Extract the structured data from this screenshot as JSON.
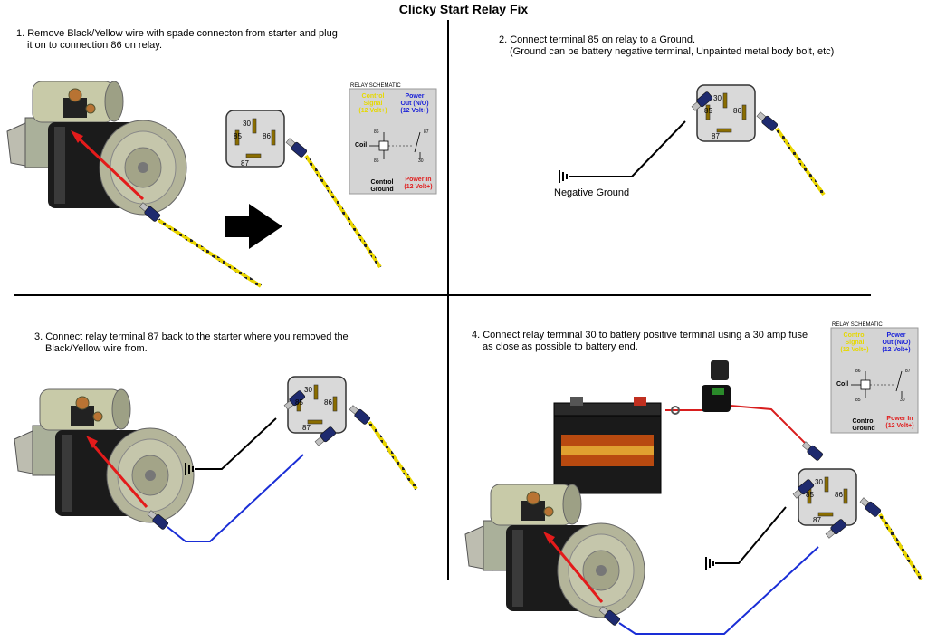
{
  "title": "Clicky Start Relay Fix",
  "steps": [
    {
      "line1": "1. Remove Black/Yellow wire with spade connecton from starter and plug",
      "line2": "it on to connection 86 on relay."
    },
    {
      "line1": "2. Connect terminal 85 on relay to a Ground.",
      "line2": "(Ground can be battery negative terminal, Unpainted metal body bolt, etc)"
    },
    {
      "line1": "3. Connect relay terminal 87 back to the starter where you removed the",
      "line2": "Black/Yellow wire from."
    },
    {
      "line1": "4. Connect relay terminal 30 to battery positive terminal using a 30 amp fuse",
      "line2": "as close as possible to battery end."
    }
  ],
  "relay_terminals": {
    "t30": "30",
    "t85": "85",
    "t86": "86",
    "t87": "87"
  },
  "ground_label": "Negative Ground",
  "schematic": {
    "title": "RELAY SCHEMATIC",
    "control_signal": [
      "Control",
      "Signal",
      "(12 Volt+)"
    ],
    "power_out": [
      "Power",
      "Out (N/O)",
      "(12 Volt+)"
    ],
    "coil": "Coil",
    "control_ground": [
      "Control",
      "Ground"
    ],
    "power_in": [
      "Power In",
      "(12 Volt+)"
    ],
    "pins": {
      "p86": "86",
      "p85": "85",
      "p87": "87",
      "p30": "30"
    }
  },
  "colors": {
    "starter_arrow": "#e31b1b",
    "wire_blue": "#1a2ed6",
    "wire_red": "#d81e1e",
    "wire_black": "#000000",
    "wire_yellow": "#e8d400",
    "relay_body": "#d9d9d9",
    "schematic_bg": "#d4d4d4",
    "label_yellow": "#e6d800",
    "label_blue": "#1b22d8",
    "label_red": "#e02020"
  },
  "icons": [
    "starter-motor-icon",
    "relay-icon",
    "spade-connector-icon",
    "arrow-right-icon",
    "ground-symbol-icon",
    "battery-icon",
    "fuse-holder-icon"
  ]
}
